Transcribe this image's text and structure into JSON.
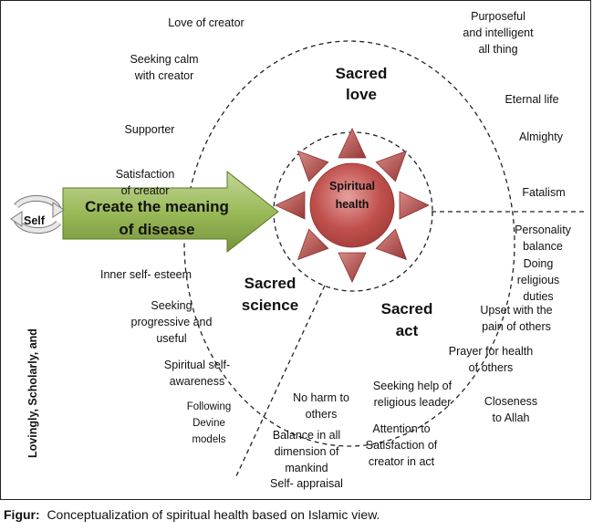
{
  "diagram": {
    "left_labels": {
      "love_of_creator": "Love of creator",
      "seeking_calm": [
        "Seeking calm",
        "with creator"
      ],
      "supporter": "Supporter",
      "satisfaction_creator": [
        "Satisfaction",
        "of creator"
      ],
      "inner_self_esteem": "Inner self- esteem",
      "seeking_progressive": [
        "Seeking",
        "progressive and",
        "useful"
      ],
      "spiritual_self_awareness": [
        "Spiritual self-",
        "awareness"
      ],
      "following_models": [
        "Following",
        "Devine",
        "models"
      ]
    },
    "right_labels": {
      "purposeful": [
        "Purposeful",
        "and intelligent",
        "all thing"
      ],
      "eternal_life": "Eternal life",
      "almighty": "Almighty",
      "fatalism": "Fatalism",
      "personality_balance": [
        "Personality",
        "balance"
      ],
      "doing_duties": [
        "Doing",
        "religious",
        "duties"
      ],
      "upset_pain": [
        "Upset with the",
        "pain of others"
      ],
      "prayer_health": [
        "Prayer for health",
        "of others"
      ],
      "closeness_allah": [
        "Closeness",
        "to Allah"
      ],
      "seeking_help_leader": [
        "Seeking help of",
        "religious leader"
      ],
      "attention_satisfaction": [
        "Attention to",
        "Satisfaction of",
        "creator in act"
      ],
      "no_harm": [
        "No harm to",
        "others"
      ],
      "balance_dimensions": [
        "Balance in all",
        "dimension of",
        "mankind"
      ],
      "self_appraisal": "Self- appraisal"
    },
    "sections": {
      "sacred_love": [
        "Sacred",
        "love"
      ],
      "sacred_science": [
        "Sacred",
        "science"
      ],
      "sacred_act": [
        "Sacred",
        "act"
      ]
    },
    "center": [
      "Spiritual",
      "health"
    ],
    "self_label": "Self",
    "arrow_text": [
      "Create the meaning",
      "of disease"
    ],
    "vertical_text": "Lovingly, Scholarly, and"
  },
  "caption": {
    "prefix": "Figur:",
    "text": "Conceptualization of spiritual health based on Islamic view."
  },
  "colors": {
    "sun_fill": "#c0504d",
    "sun_ray_dark": "#953735",
    "arrow_green": "#9bbb59",
    "arrow_light": "#c3d69b",
    "self_gray": "#d9d9d9"
  }
}
